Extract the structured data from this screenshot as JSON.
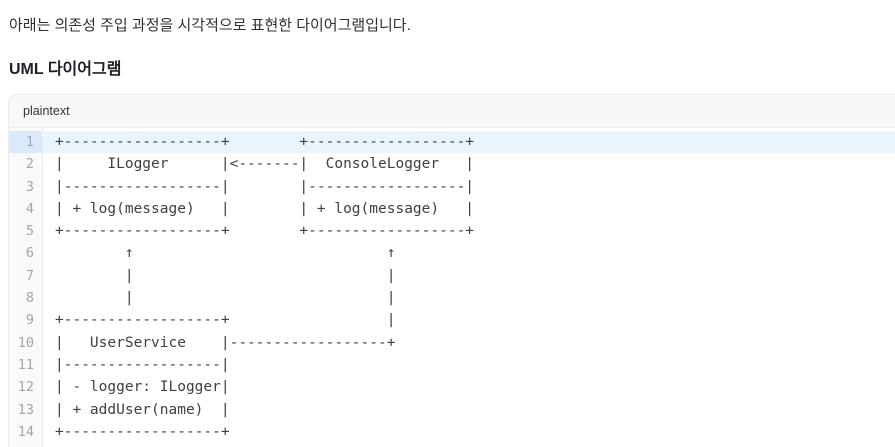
{
  "page": {
    "intro": "아래는 의존성 주입 과정을 시각적으로 표현한 다이어그램입니다.",
    "heading": "UML 다이어그램"
  },
  "code_block": {
    "language_label": "plaintext",
    "highlighted_line": 1,
    "colors": {
      "highlight_code": "#eaf4fd",
      "highlight_gutter": "#dbeafb"
    },
    "lines": [
      "+------------------+        +------------------+",
      "|     ILogger      |<-------|  ConsoleLogger   |",
      "|------------------|        |------------------|",
      "| + log(message)   |        | + log(message)   |",
      "+------------------+        +------------------+",
      "        ↑                             ↑",
      "        |                             |",
      "        |                             |",
      "+------------------+                  |",
      "|   UserService    |------------------+",
      "|------------------|",
      "| - logger: ILogger|",
      "| + addUser(name)  |",
      "+------------------+"
    ]
  }
}
